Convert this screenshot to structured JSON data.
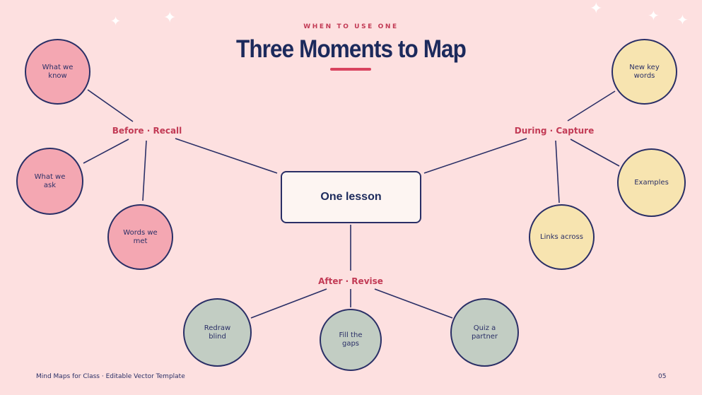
{
  "header": {
    "eyebrow": "WHEN TO USE ONE",
    "title": "Three Moments to Map"
  },
  "center": {
    "label": "One lesson"
  },
  "branches": {
    "before": {
      "label": "Before · Recall",
      "color": "#f4a7b2",
      "nodes": [
        "What we know",
        "What we ask",
        "Words we met"
      ]
    },
    "during": {
      "label": "During · Capture",
      "color": "#f7e4b0",
      "nodes": [
        "New key words",
        "Examples",
        "Links across"
      ]
    },
    "after": {
      "label": "After · Revise",
      "color": "#c2cdc3",
      "nodes": [
        "Redraw blind",
        "Fill the gaps",
        "Quiz a partner"
      ]
    }
  },
  "footer": {
    "caption": "Mind Maps for Class · Editable Vector Template",
    "page_number": "05"
  },
  "colors": {
    "background": "#fde0e0",
    "navy": "#1c2a5c",
    "accent": "#c23a55",
    "underline": "#d9435f"
  }
}
